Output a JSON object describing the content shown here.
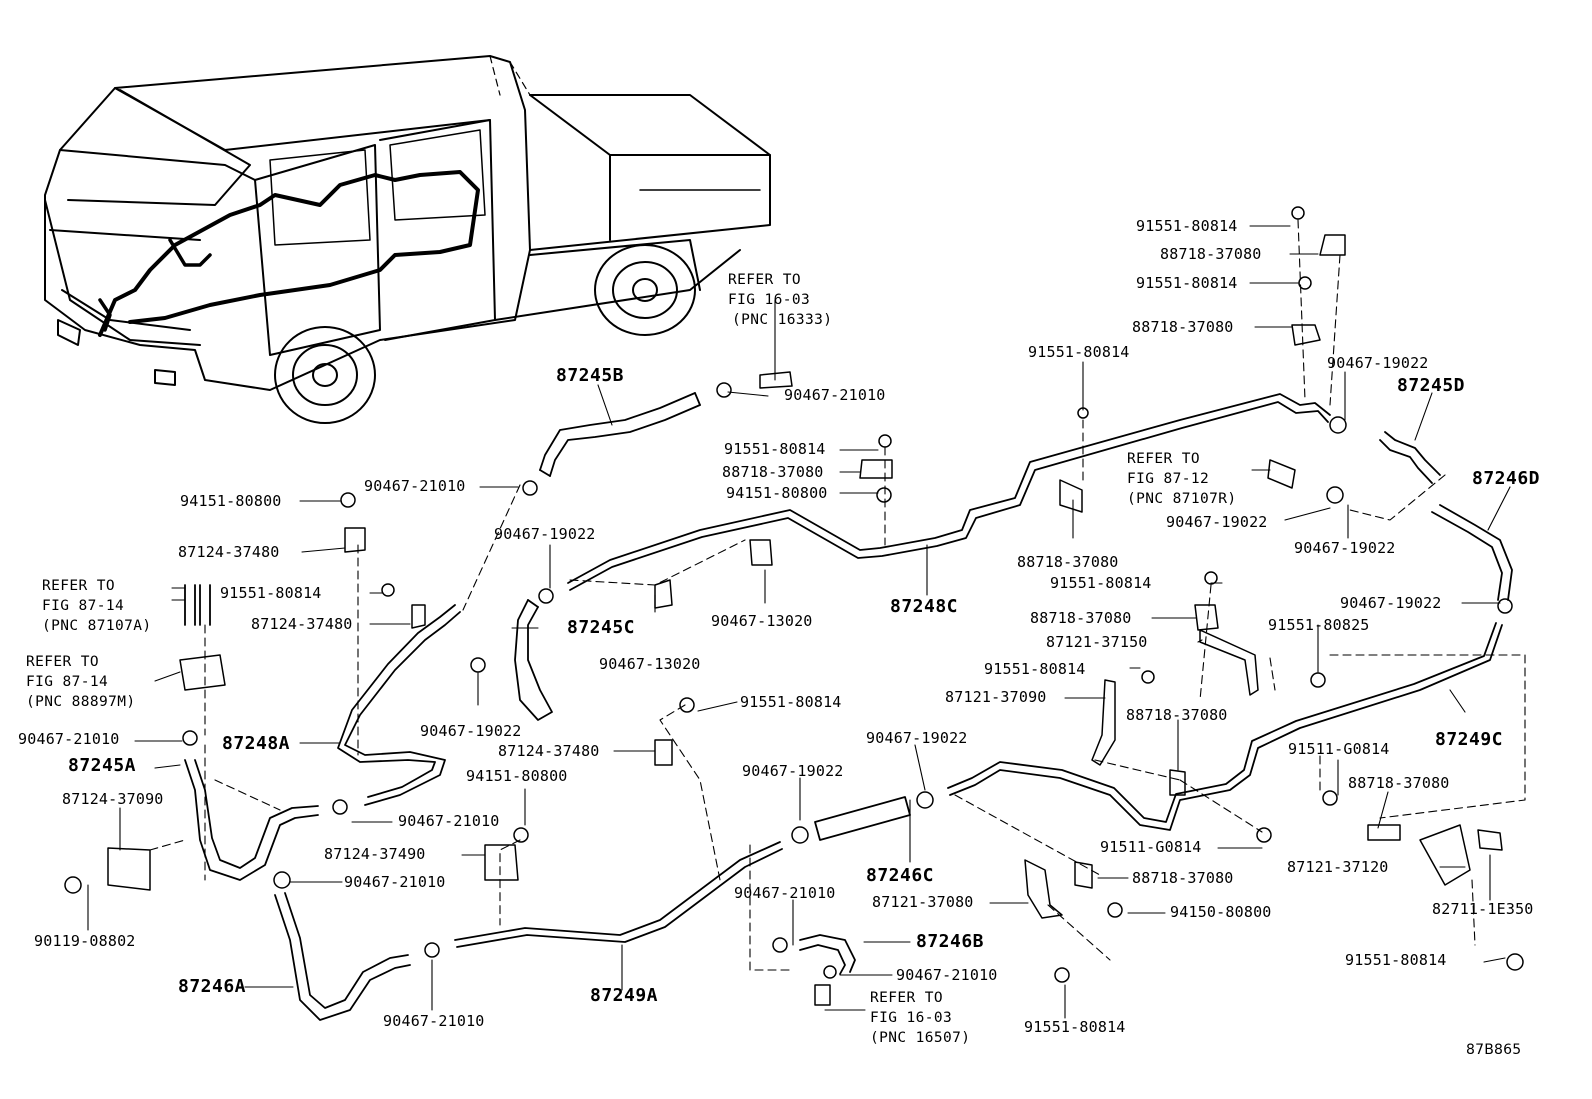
{
  "figure_code": "87B865",
  "part_labels": {
    "p_91551_80814_a": "91551-80814",
    "p_88718_37080_a": "88718-37080",
    "p_91551_80814_b": "91551-80814",
    "p_88718_37080_b": "88718-37080",
    "p_91551_80814_c": "91551-80814",
    "p_90467_19022_a": "90467-19022",
    "p_87245D": "87245D",
    "p_87246D": "87246D",
    "p_87245B": "87245B",
    "p_90467_21010_a": "90467-21010",
    "p_91551_80814_d": "91551-80814",
    "p_88718_37080_c": "88718-37080",
    "p_94151_80800_a": "94151-80800",
    "p_90467_21010_b": "90467-21010",
    "p_94151_80800_b": "94151-80800",
    "p_87124_37480_a": "87124-37480",
    "p_90467_19022_b": "90467-19022",
    "p_91551_80814_e": "91551-80814",
    "p_87124_37480_b": "87124-37480",
    "p_87245C": "87245C",
    "p_90467_13020_a": "90467-13020",
    "p_87248C": "87248C",
    "p_88718_37080_d": "88718-37080",
    "p_90467_19022_c": "90467-19022",
    "p_90467_19022_d": "90467-19022",
    "p_91551_80814_f": "91551-80814",
    "p_88718_37080_e": "88718-37080",
    "p_90467_19022_e": "90467-19022",
    "p_87121_37150": "87121-37150",
    "p_91551_80825": "91551-80825",
    "p_90467_13020_b": "90467-13020",
    "p_91551_80814_g": "91551-80814",
    "p_87121_37090": "87121-37090",
    "p_91551_80814_h": "91551-80814",
    "p_88718_37080_f": "88718-37080",
    "p_90467_21010_c": "90467-21010",
    "p_87245A": "87245A",
    "p_87248A": "87248A",
    "p_90467_19022_f": "90467-19022",
    "p_87124_37480_c": "87124-37480",
    "p_94151_80800_c": "94151-80800",
    "p_90467_19022_g": "90467-19022",
    "p_90467_19022_h": "90467-19022",
    "p_91511_G0814_a": "91511-G0814",
    "p_87249C": "87249C",
    "p_88718_37080_g": "88718-37080",
    "p_87124_37090": "87124-37090",
    "p_90467_21010_d": "90467-21010",
    "p_87124_37490": "87124-37490",
    "p_90467_21010_e": "90467-21010",
    "p_87246C": "87246C",
    "p_91511_G0814_b": "91511-G0814",
    "p_88718_37080_h": "88718-37080",
    "p_87121_37120": "87121-37120",
    "p_87121_37080": "87121-37080",
    "p_94150_80800": "94150-80800",
    "p_82711_1E350": "82711-1E350",
    "p_90119_08802": "90119-08802",
    "p_90467_21010_f": "90467-21010",
    "p_87246B": "87246B",
    "p_90467_21010_g": "90467-21010",
    "p_87246A": "87246A",
    "p_87249A": "87249A",
    "p_90467_21010_h": "90467-21010",
    "p_91551_80814_i": "91551-80814",
    "p_91551_80814_j": "91551-80814"
  },
  "references": {
    "ref_16_03_a": {
      "line1": "REFER TO",
      "line2": "FIG 16-03",
      "line3": "(PNC 16333)"
    },
    "ref_87_12": {
      "line1": "REFER TO",
      "line2": "FIG 87-12",
      "line3": "(PNC 87107R)"
    },
    "ref_87_14_a": {
      "line1": "REFER TO",
      "line2": "FIG 87-14",
      "line3": "(PNC 87107A)"
    },
    "ref_87_14_b": {
      "line1": "REFER TO",
      "line2": "FIG 87-14",
      "line3": "(PNC 88897M)"
    },
    "ref_16_03_b": {
      "line1": "REFER TO",
      "line2": "FIG 16-03",
      "line3": "(PNC 16507)"
    }
  }
}
